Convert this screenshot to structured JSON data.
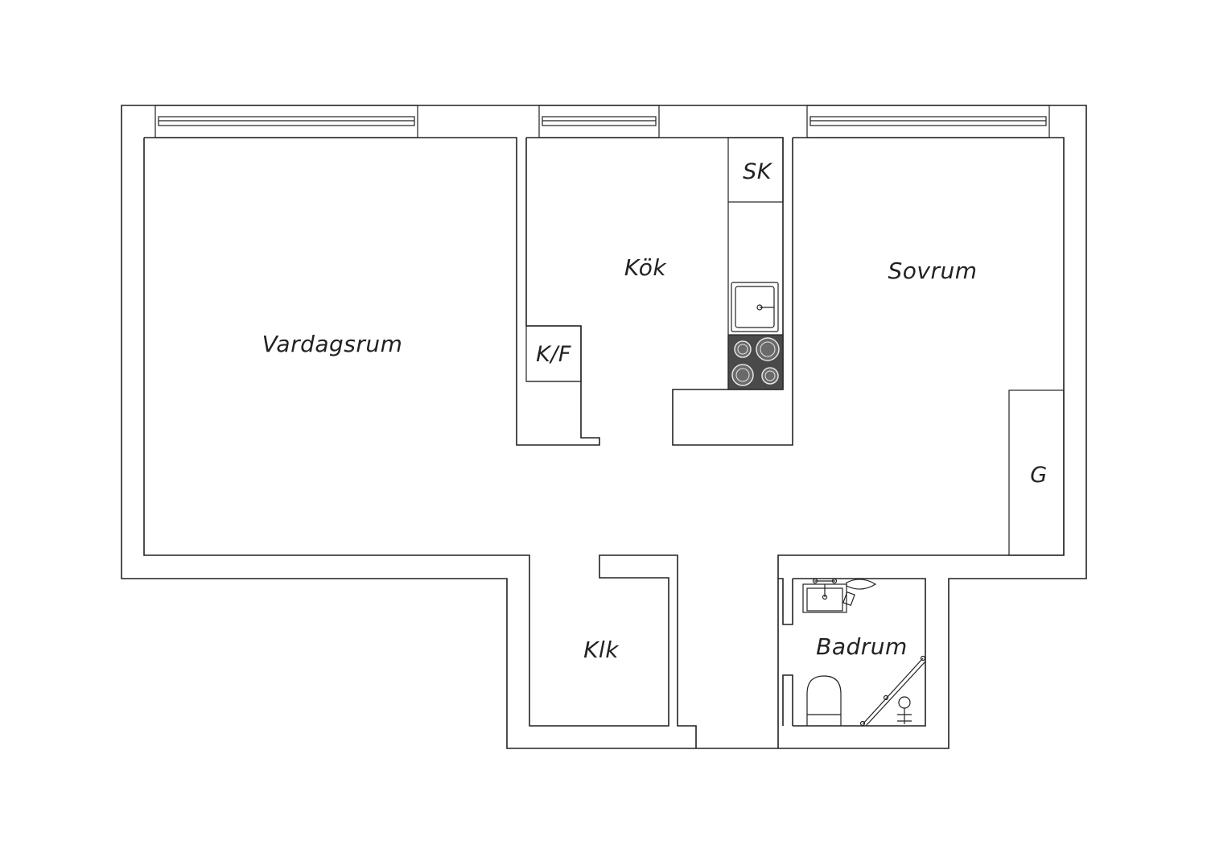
{
  "rooms": {
    "living": "Vardagsrum",
    "kitchen": "Kök",
    "bedroom": "Sovrum",
    "closet": "Klk",
    "bathroom": "Badrum"
  },
  "fixtures": {
    "fridge_freezer": "K/F",
    "cabinet": "SK",
    "wardrobe": "G"
  },
  "colors": {
    "line": "#222222",
    "stove": "#4a4a4a",
    "background": "#ffffff"
  }
}
